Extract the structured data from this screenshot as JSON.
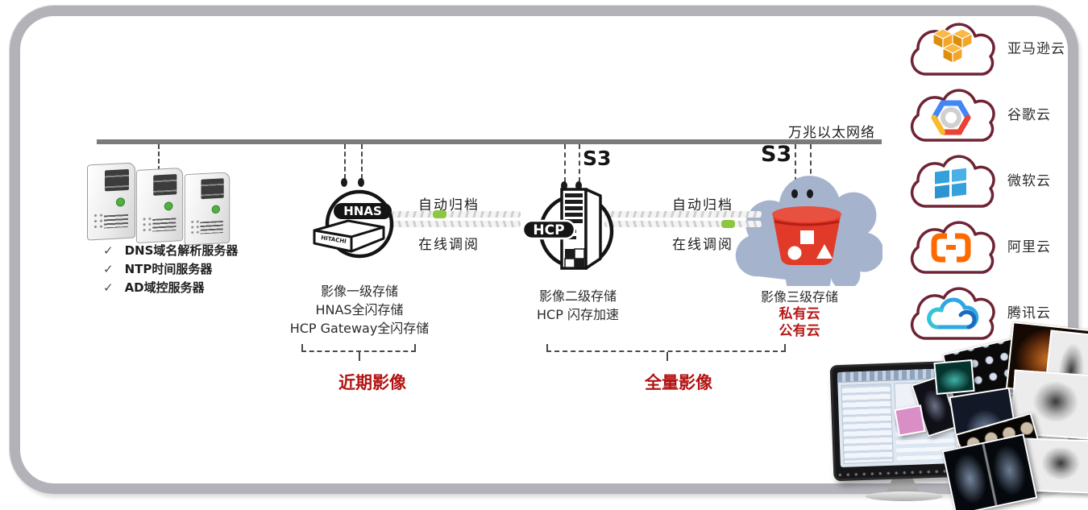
{
  "network": {
    "label": "万兆以太网络"
  },
  "icons": {
    "check": "✓"
  },
  "servers": {
    "items": [
      "DNS域名解析服务器",
      "NTP时间服务器",
      "AD域控服务器"
    ]
  },
  "tier1": {
    "device": "HNAS",
    "brand": "HITACHI",
    "lines": [
      "影像一级存储",
      "HNAS全闪存储",
      "HCP Gateway全闪存储"
    ]
  },
  "tier2": {
    "device": "HCP",
    "s3": "S3",
    "lines": [
      "影像二级存储",
      "HCP 闪存加速"
    ]
  },
  "tier3": {
    "s3": "S3",
    "title": "影像三级存储",
    "red_lines": [
      "私有云",
      "公有云"
    ]
  },
  "flows": {
    "archive": "自动归档",
    "retrieve": "在线调阅"
  },
  "braces": {
    "recent": "近期影像",
    "full": "全量影像"
  },
  "cloud_providers": [
    {
      "id": "aws",
      "label": "亚马逊云"
    },
    {
      "id": "google",
      "label": "谷歌云"
    },
    {
      "id": "microsoft",
      "label": "微软云"
    },
    {
      "id": "alibaba",
      "label": "阿里云"
    },
    {
      "id": "tencent",
      "label": "腾讯云"
    }
  ],
  "colors": {
    "frame_gray": "#b2b2b8",
    "network_gray": "#7b7b7b",
    "accent_red": "#b21414",
    "bucket_red": "#e23a28",
    "bucket_cloud_blue": "#a6b3cd",
    "cloud_outline": "#6e2434",
    "flow_green": "#8dc63f"
  }
}
